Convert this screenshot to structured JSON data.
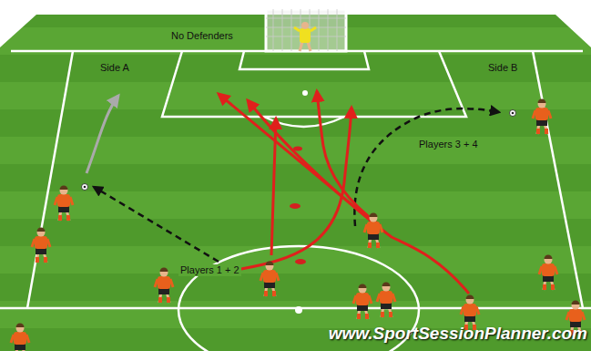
{
  "diagram": {
    "labels": [
      "No Defenders",
      "Side A",
      "Side B",
      "Players 3 + 4",
      "Players 1 + 2",
      "www.SportSessionPlanner.com"
    ]
  }
}
